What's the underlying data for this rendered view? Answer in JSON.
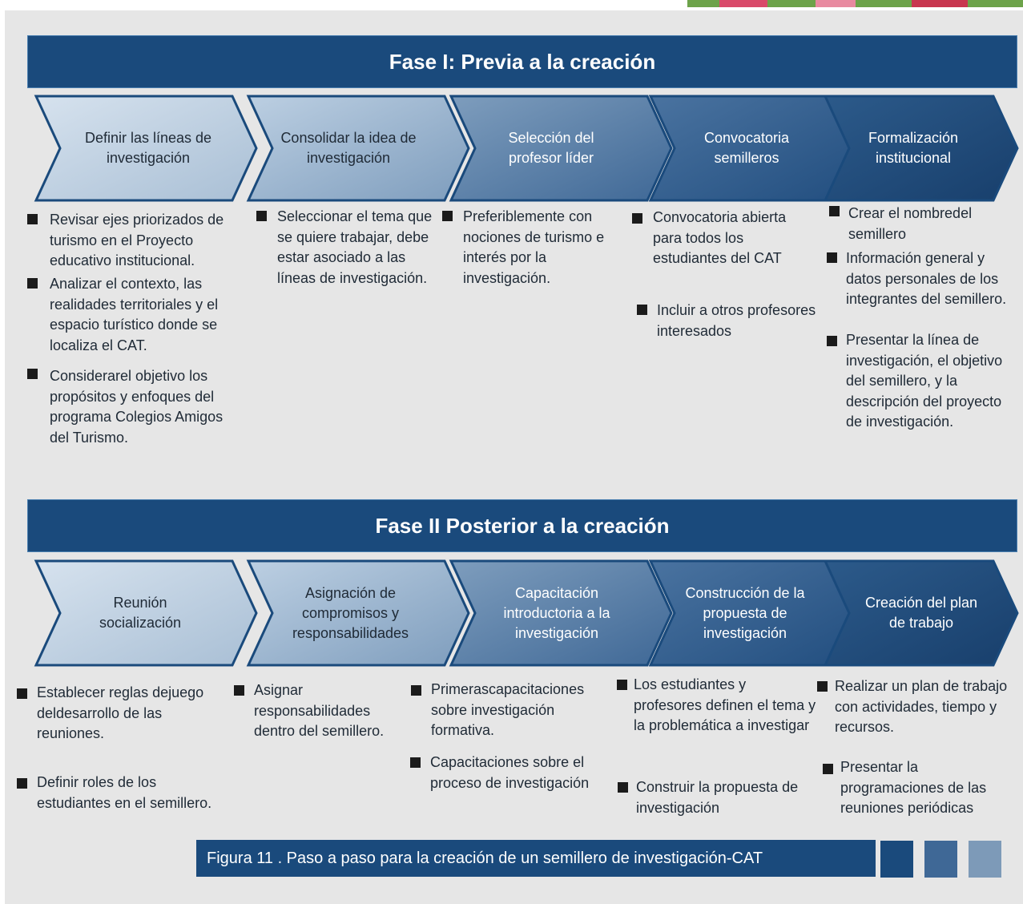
{
  "phase1": {
    "title": "Fase I: Previa a la creación",
    "steps": [
      {
        "label": "Definir las líneas de investigación",
        "bullets": [
          "Revisar ejes priorizados de turismo en el Proyecto educativo institucional.",
          "Analizar el contexto, las realidades territoriales y el espacio turístico donde se localiza el CAT.",
          "Considerarel objetivo los propósitos y enfoques del programa Colegios Amigos del Turismo."
        ]
      },
      {
        "label": "Consolidar la idea de investigación",
        "bullets": [
          "Seleccionar el tema que se quiere trabajar, debe estar asociado a las líneas de investigación."
        ]
      },
      {
        "label": "Selección del profesor líder",
        "bullets": [
          "Preferiblemente con nociones de turismo e interés por la investigación."
        ]
      },
      {
        "label": "Convocatoria semilleros",
        "bullets": [
          "Convocatoria abierta para todos los estudiantes del CAT",
          "Incluir a otros profesores interesados"
        ]
      },
      {
        "label": "Formalización institucional",
        "bullets": [
          "Crear el nombredel semillero",
          "Información general y datos personales de los integrantes del semillero.",
          "Presentar la línea de investigación, el objetivo del semillero, y la descripción del proyecto de investigación."
        ]
      }
    ]
  },
  "phase2": {
    "title": "Fase II Posterior a la creación",
    "steps": [
      {
        "label": "Reunión socialización",
        "bullets": [
          "Establecer reglas dejuego deldesarrollo de las reuniones.",
          "Definir roles de los estudiantes en el semillero."
        ]
      },
      {
        "label": "Asignación de compromisos y responsabilidades",
        "bullets": [
          "Asignar responsabilidades dentro del semillero."
        ]
      },
      {
        "label": "Capacitación introductoria a la investigación",
        "bullets": [
          "Primerascapacitaciones sobre investigación formativa.",
          "Capacitaciones sobre el proceso de investigación"
        ]
      },
      {
        "label": "Construcción de la propuesta de investigación",
        "bullets": [
          "Los estudiantes y profesores definen el tema y la problemática a investigar",
          "Construir la propuesta de investigación"
        ]
      },
      {
        "label": "Creación del plan de trabajo",
        "bullets": [
          "Realizar un plan de trabajo con actividades, tiempo y recursos.",
          "Presentar la programaciones de las reuniones periódicas"
        ]
      }
    ]
  },
  "caption": "Figura 11 . Paso a paso para la creación de un semillero de investigación-CAT",
  "colors": {
    "banner": "#1a4a7c",
    "caption_squares": [
      "#1a4a7c",
      "#3f6896",
      "#7d9ab8"
    ],
    "chevron_fills": [
      [
        "#d6e2ee",
        "#a9bfd5"
      ],
      [
        "#bccfe2",
        "#7e9dbd"
      ],
      [
        "#7e9dbd",
        "#3f6896"
      ],
      [
        "#4a73a0",
        "#234f80"
      ],
      [
        "#2c5a8a",
        "#183f6c"
      ]
    ]
  }
}
